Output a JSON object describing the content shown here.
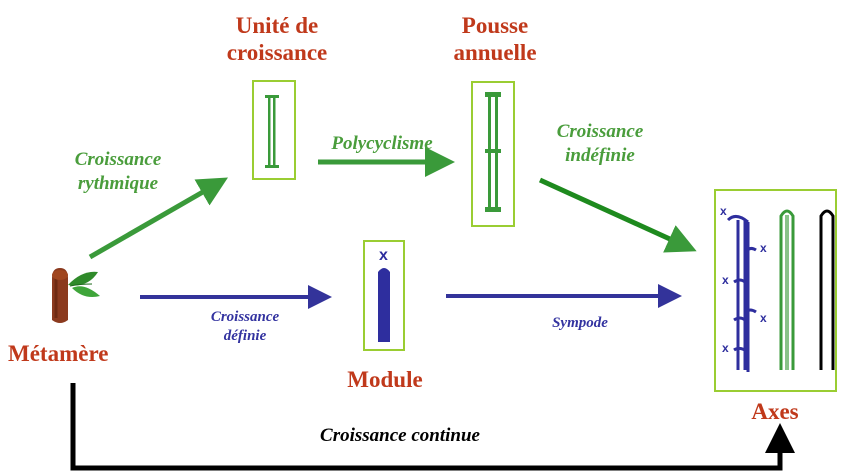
{
  "labels": {
    "unite": [
      "Unité de",
      "croissance"
    ],
    "pousse": [
      "Pousse",
      "annuelle"
    ],
    "metamere": "Métamère",
    "module": "Module",
    "axes": "Axes"
  },
  "arrows": {
    "rythmique": [
      "Croissance",
      "rythmique"
    ],
    "polycyclisme": "Polycyclisme",
    "indefinie": [
      "Croissance",
      "indéfinie"
    ],
    "definie": [
      "Croissance",
      "définie"
    ],
    "sympode": "Sympode",
    "continue": "Croissance continue"
  },
  "marks": {
    "module_x": "x",
    "axes_x": "x"
  },
  "colors": {
    "title": "#c0391b",
    "green": "#4a9d3c",
    "blue": "#3333a0",
    "box_border": "#9acd32"
  }
}
